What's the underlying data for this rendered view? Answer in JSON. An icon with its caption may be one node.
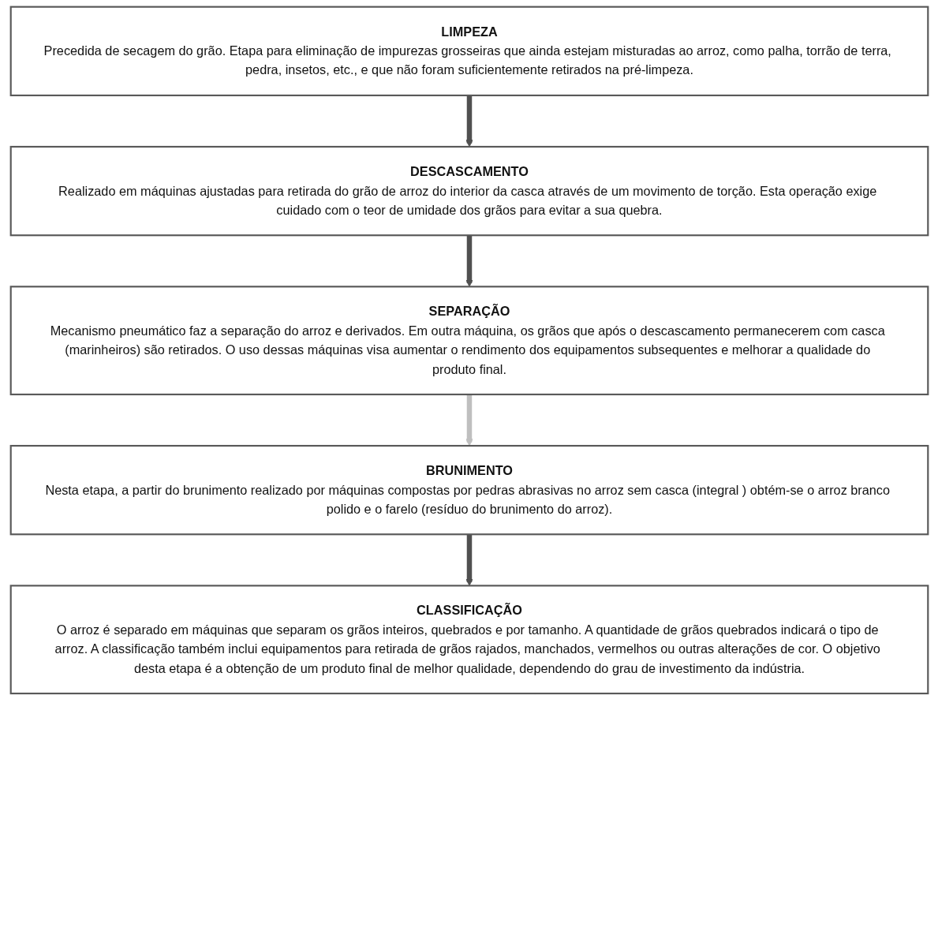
{
  "diagram": {
    "nodes": [
      {
        "text": [
          "LIMPEZA",
          "Precedida de secagem do grão. Etapa para eliminação de impurezas grosseiras que ainda estejam misturadas ao arroz, como palha, torrão de terra, pedra, insetos, etc., e que não foram suficientemente retirados na pré-limpeza."
        ]
      },
      {
        "text": [
          "DESCASCAMENTO",
          "Realizado em máquinas ajustadas para retirada do grão de arroz do interior da casca através de um movimento de torção. Esta operação exige cuidado com o teor de umidade dos grãos para evitar a sua quebra."
        ]
      },
      {
        "text": [
          "SEPARAÇÃO",
          "Mecanismo pneumático faz a separação do arroz e derivados. Em outra máquina, os grãos que após o descascamento permanecerem com casca (marinheiros) são retirados. O uso dessas máquinas visa aumentar o rendimento dos equipamentos subsequentes e melhorar a qualidade do produto final."
        ]
      },
      {
        "text": [
          "BRUNIMENTO",
          "Nesta etapa, a partir do brunimento realizado por máquinas compostas por pedras abrasivas no arroz sem casca (integral ) obtém-se o arroz branco polido e o farelo (resíduo do brunimento do arroz)."
        ]
      },
      {
        "text": [
          "CLASSIFICAÇÃO",
          "O arroz é separado em máquinas que separam os grãos inteiros, quebrados e por tamanho. A quantidade de grãos quebrados indicará o tipo de arroz. A classificação também inclui equipamentos para retirada de grãos rajados, manchados, vermelhos ou outras alterações de cor. O objetivo desta etapa é a obtenção de um produto final de melhor qualidade, dependendo do grau de investimento da indústria."
        ]
      }
    ],
    "edges": [
      {
        "from": 0,
        "to": 1,
        "arrow": "to"
      },
      {
        "from": 1,
        "to": 2,
        "arrow": "to"
      },
      {
        "from": 2,
        "to": 3,
        "arrow": "to",
        "color": "#bfbfbf"
      },
      {
        "from": 3,
        "to": 4,
        "arrow": "to"
      }
    ]
  }
}
